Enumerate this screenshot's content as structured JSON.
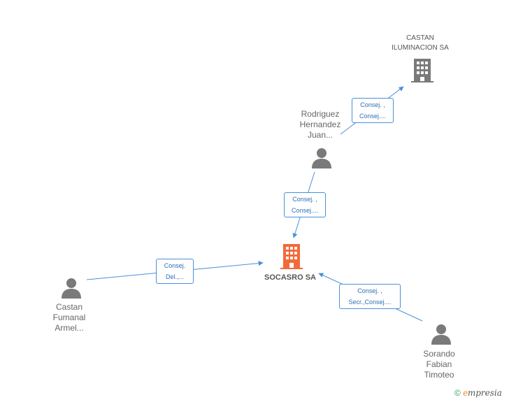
{
  "nodes": {
    "center": {
      "label": "SOCASRO SA",
      "color": "#f26a3a"
    },
    "castan_iluminacion": {
      "label_lines": [
        "CASTAN",
        "ILUMINACION SA"
      ],
      "color": "#7a7a7a"
    },
    "rodriguez": {
      "label_lines": [
        "Rodriguez",
        "Hernandez",
        "Juan..."
      ]
    },
    "castan_fumanal": {
      "label_lines": [
        "Castan",
        "Fumanal",
        "Armel..."
      ]
    },
    "sorando": {
      "label_lines": [
        "Sorando",
        "Fabian",
        "Timoteo"
      ]
    }
  },
  "edges": {
    "rodriguez_to_castan": [
      "Consej. ,",
      "Consej...."
    ],
    "rodriguez_to_center": [
      "Consej. ,",
      "Consej...."
    ],
    "fumanal_to_center": [
      "Consej.",
      "Del.,..."
    ],
    "sorando_to_center": [
      "Consej. ,",
      "Secr.,Consej...."
    ]
  },
  "colors": {
    "edge": "#4a90d9",
    "person": "#7a7a7a"
  },
  "footer": {
    "copyright": "©",
    "brand_e": "e",
    "brand_rest": "mpresia"
  }
}
